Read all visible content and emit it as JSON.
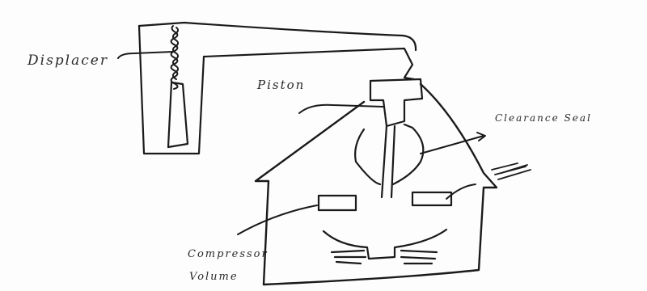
{
  "diagram": {
    "labels": {
      "displacer": "Displacer",
      "piston": "Piston",
      "clearance_seal": "Clearance Seal",
      "compressor_line1": "Compressor",
      "compressor_line2": "Volume"
    }
  },
  "colors": {
    "ink": "#1a1a1a",
    "paper": "#fdfdfd"
  }
}
